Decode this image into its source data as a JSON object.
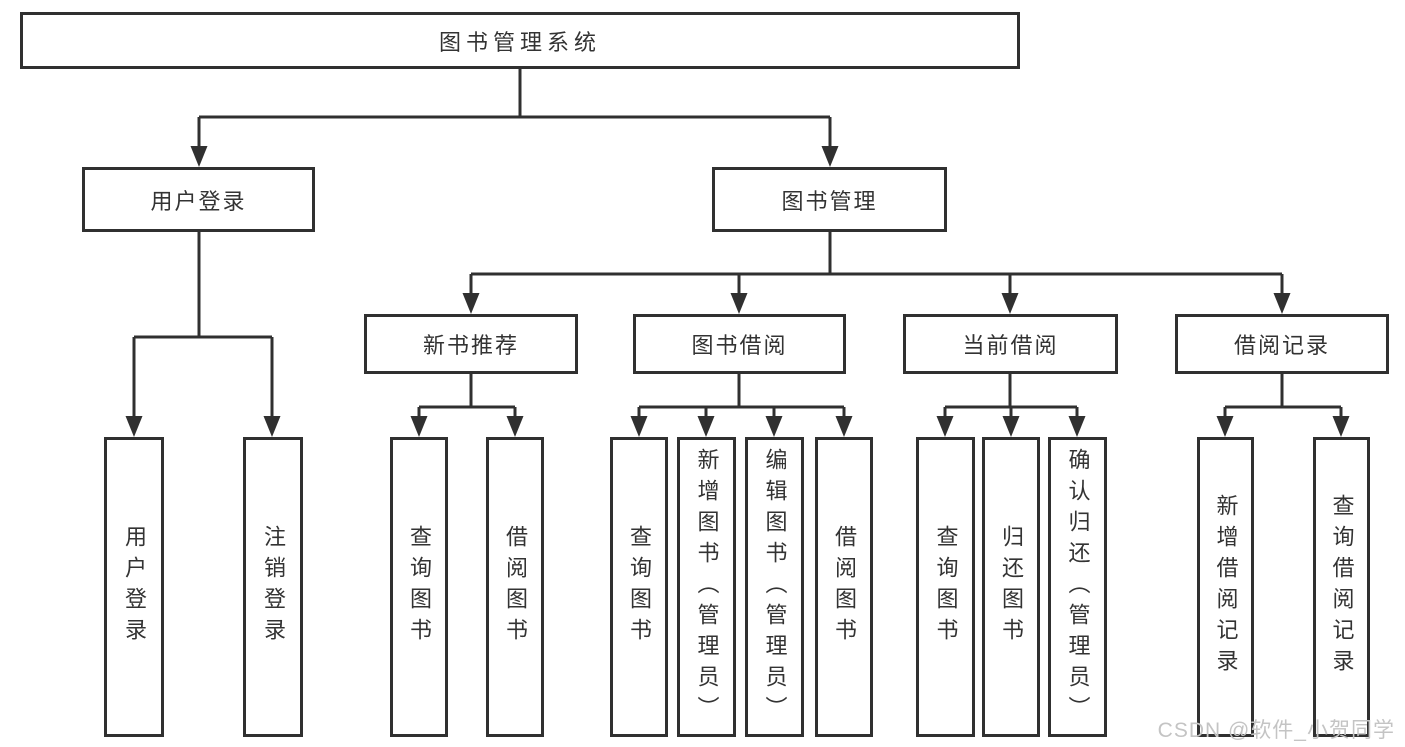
{
  "tree": {
    "root": "图书管理系统",
    "children": [
      {
        "label": "用户登录",
        "children": [
          "用户登录",
          "注销登录"
        ]
      },
      {
        "label": "图书管理",
        "children": [
          {
            "label": "新书推荐",
            "children": [
              "查询图书",
              "借阅图书"
            ]
          },
          {
            "label": "图书借阅",
            "children": [
              "查询图书",
              "新增图书（管理员）",
              "编辑图书（管理员）",
              "借阅图书"
            ]
          },
          {
            "label": "当前借阅",
            "children": [
              "查询图书",
              "归还图书",
              "确认归还（管理员）"
            ]
          },
          {
            "label": "借阅记录",
            "children": [
              "新增借阅记录",
              "查询借阅记录"
            ]
          }
        ]
      }
    ]
  },
  "watermark": {
    "text": "CSDN @软件_小贺同学"
  },
  "colors": {
    "line": "#303030",
    "box_border": "#303030",
    "text": "#333333",
    "watermark": "#c4c4c4",
    "background": "#ffffff"
  }
}
